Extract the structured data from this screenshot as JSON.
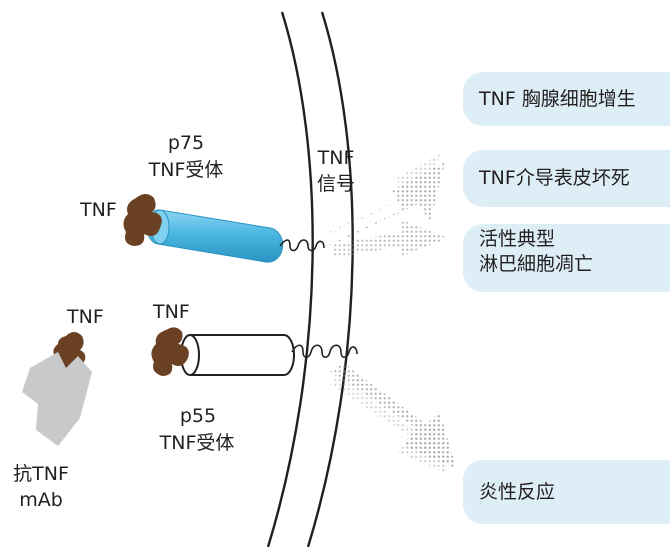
{
  "labels": {
    "p75": "p75",
    "p75_receptor": "TNF受体",
    "tnf_p75": "TNF",
    "tnf_signal": "TNF",
    "signal": "信号",
    "tnf_antibody": "TNF",
    "tnf_p55": "TNF",
    "p55": "p55",
    "p55_receptor": "TNF受体",
    "anti_tnf": "抗TNF",
    "mab": "mAb"
  },
  "outcomes": [
    {
      "text": "TNF 胸腺细胞增生"
    },
    {
      "text": "TNF介导表皮坏死"
    },
    {
      "text": "活性典型\n淋巴細胞凋亡"
    },
    {
      "text": "炎性反应"
    }
  ],
  "colors": {
    "ligand": "#6b4123",
    "p75_receptor": "#4cb7e1",
    "antibody": "#c8c9ca",
    "arrow_dots": "#8a8c8e",
    "outcome_box": "#ddeef6",
    "membrane": "#231f20"
  }
}
